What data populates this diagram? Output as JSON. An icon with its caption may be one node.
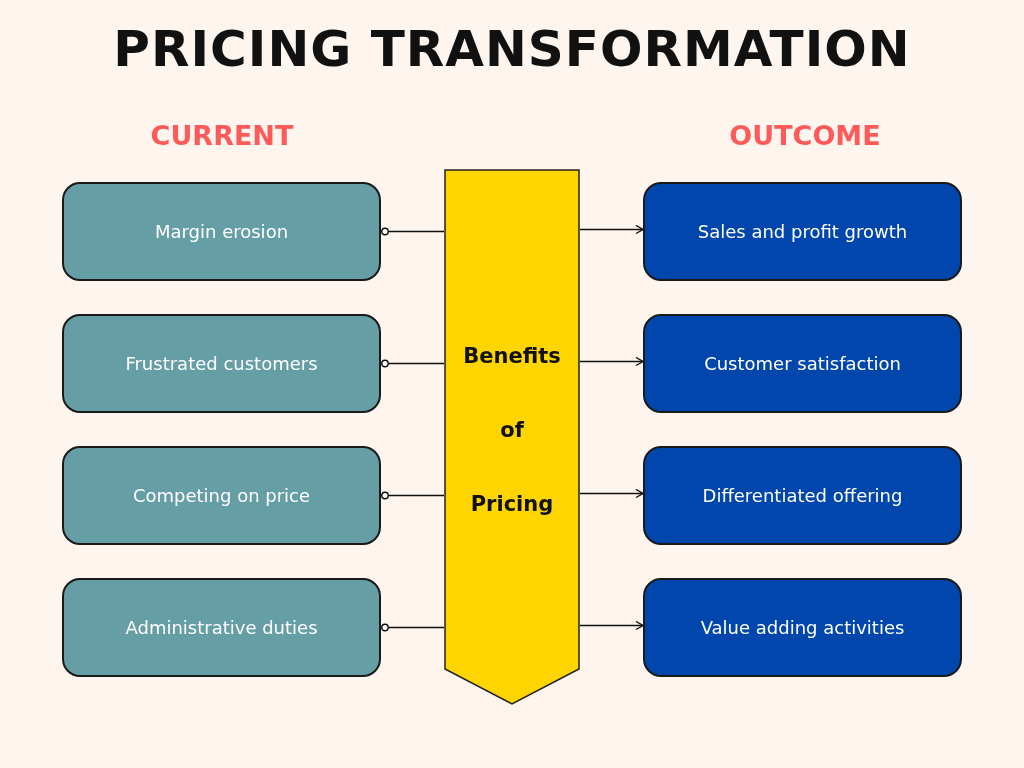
{
  "diagram": {
    "title": "PRICING TRANSFORMATION",
    "nodes": [
      {
        "text": [
          "Margin erosion"
        ]
      },
      {
        "text": [
          "Frustrated customers"
        ]
      },
      {
        "text": [
          "Competing on price"
        ]
      },
      {
        "text": [
          "Administrative duties"
        ]
      },
      {
        "text": [
          "Benefits of Pricing"
        ]
      },
      {
        "text": [
          "Sales and profit growth"
        ]
      },
      {
        "text": [
          "Customer satisfaction"
        ]
      },
      {
        "text": [
          "Differentiated offering"
        ]
      },
      {
        "text": [
          "Value adding activities"
        ]
      }
    ],
    "edges": [
      {
        "from": 0,
        "to": 4,
        "arrow": "other"
      },
      {
        "from": 1,
        "to": 4,
        "arrow": "other"
      },
      {
        "from": 2,
        "to": 4,
        "arrow": "other"
      },
      {
        "from": 3,
        "to": 4,
        "arrow": "other"
      },
      {
        "from": 4,
        "to": 5,
        "arrow": "to"
      },
      {
        "from": 4,
        "to": 6,
        "arrow": "to"
      },
      {
        "from": 4,
        "to": 7,
        "arrow": "to"
      },
      {
        "from": 4,
        "to": 8,
        "arrow": "to"
      }
    ],
    "labels": [
      "CURRENT",
      "OUTCOME"
    ]
  }
}
